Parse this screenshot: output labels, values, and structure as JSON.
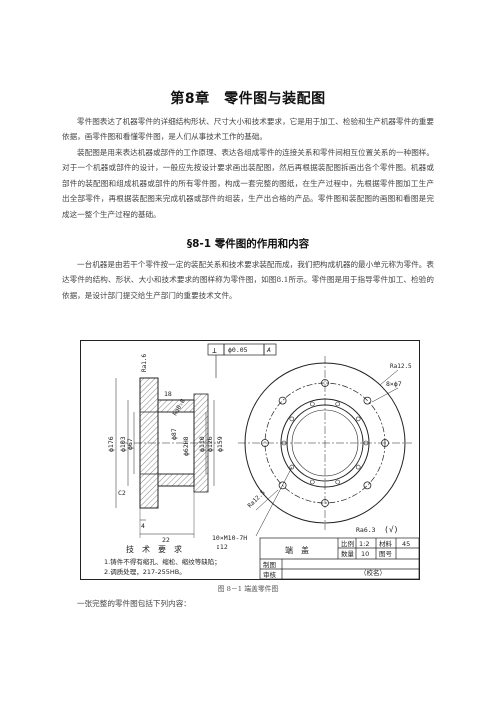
{
  "chapter_title": "第8章　零件图与装配图",
  "intro_para1": "零件图表达了机器零件的详细结构形状、尺寸大小和技术要求，它是用于加工、检验和生产机器零件的重要依据，画零件图和看懂零件图，是人们从事技术工作的基础。",
  "intro_para2": "装配图是用来表达机器或部件的工作原理、表达各组成零件的连接关系和零件间相互位置关系的一种图样。对于一个机器或部件的设计，一般应先按设计要求画出装配图，然后再根据装配图拆画出各个零件图。机器或部件的装配图和组成机器或部件的所有零件图，构成一套完整的图纸，在生产过程中，先根据零件图加工生产出全部零件，再根据装配图来完成机器或部件的组装，生产出合格的产品。零件图和装配图的画图和看图是完成这一整个生产过程的基础。",
  "section_title": "§8-1  零件图的作用和内容",
  "section_para": "一台机器是由若干个零件按一定的装配关系和技术要求装配而成，我们把构成机器的最小单元称为零件。表达零件的结构、形状、大小和技术要求的图样称为零件图，如图8.1所示。零件图是用于指导零件加工、检验的依据，是设计部门提交给生产部门的重要技术文件。",
  "drawing": {
    "tolerance_symbol": "⊥",
    "tolerance_value": "ϕ0.05",
    "tolerance_datum": "A",
    "dims_left": [
      "ϕ176",
      "ϕ103",
      "ϕ67"
    ],
    "dims_mid": [
      "ϕ87",
      "ϕ62H8",
      "ϕ110",
      "ϕ126",
      "ϕ159"
    ],
    "chamfer": "C2",
    "dim_bottom_small": "4",
    "dim_bottom_large": "22",
    "dim_side": "18",
    "finish_left": "Ra1.6",
    "finish_mid": "Ra0.8",
    "finish_right": "Ra12.5",
    "holes_note": "8×ϕ7",
    "flange_note": "Ra12.5",
    "thread_note": "10×M10-7H",
    "thread_depth": "↧12",
    "roughness_general": "Ra6.3",
    "tech_title": "技　术　要　求",
    "tech_items": [
      "1.铸件不得有缩孔、缩松、缩纹等缺陷；",
      "2.调质处理，217-255HB。"
    ],
    "title_block": {
      "part_name": "端　盖",
      "scale_label": "比例",
      "scale_value": "1:2",
      "material_label": "材料",
      "material_value": "45",
      "qty_label": "数量",
      "qty_value": "10",
      "drawing_no_label": "图号",
      "drawn_label": "制图",
      "checked_label": "审核",
      "school": "（校名）"
    }
  },
  "figure_caption": "图 8－1 端盖零件图",
  "closing_text": "一张完整的零件图包括下列内容："
}
